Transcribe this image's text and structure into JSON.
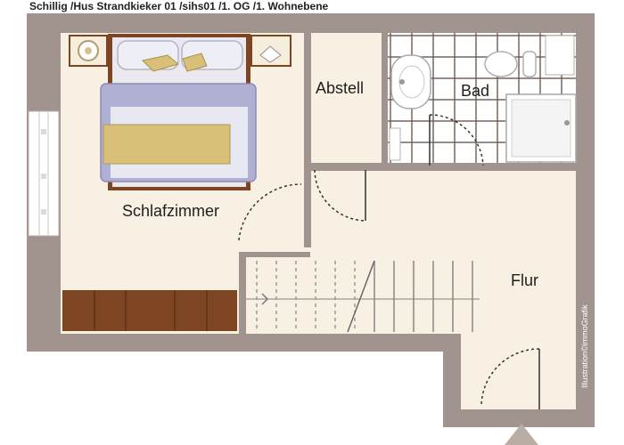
{
  "caption": "Schillig /Hus Strandkieker 01 /sihs01 /1. OG /1. Wohnebene",
  "rooms": {
    "bedroom": "Schlafzimmer",
    "storage": "Abstell",
    "bath": "Bad",
    "hall": "Flur"
  },
  "credit": "Illustration©immoGrafik",
  "colors": {
    "wall": "#a1948e",
    "floor": "#f7f0e3",
    "wood": "#7e4523",
    "tile_grout": "#6e5a50",
    "bed_blanket": "#b0b0d4",
    "bed_throw": "#d8c078",
    "label": "#1e1e1e"
  }
}
